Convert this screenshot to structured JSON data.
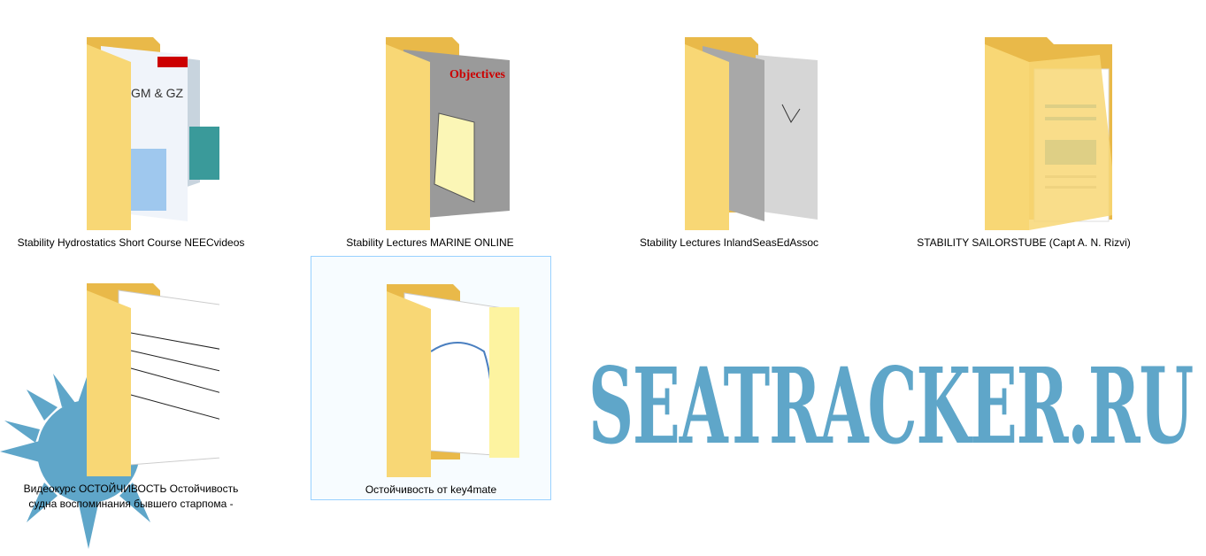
{
  "folders": [
    {
      "label": "Stability Hydrostatics Short Course NEECvideos",
      "thumb": "GM & GZ"
    },
    {
      "label": "Stability Lectures  MARINE ONLINE",
      "thumb": "Objectives"
    },
    {
      "label": "Stability Lectures InlandSeasEdAssoc"
    },
    {
      "label": "STABILITY SAILORSTUBE (Capt A. N. Rizvi)"
    },
    {
      "label_line1": "Видеокурс ОСТОЙЧИВОСТЬ Остойчивость",
      "label_line2": "судна воспоминания бывшего старпома -"
    },
    {
      "label": "Остойчивость от key4mate",
      "selected": true
    }
  ],
  "watermark": {
    "text": "SEATRACKER.RU",
    "color": "#5fa6c9"
  },
  "colors": {
    "folder": "#f8d775",
    "folder_dark": "#e9b949",
    "selection": "#99d1ff"
  }
}
